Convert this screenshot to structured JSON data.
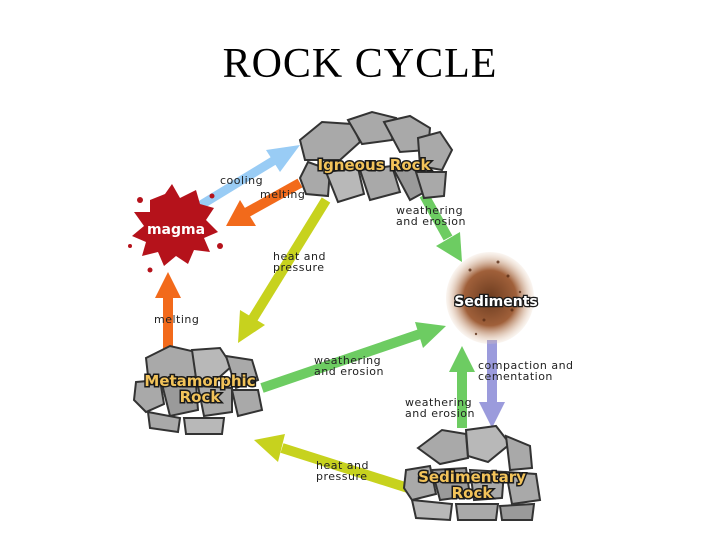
{
  "title": "ROCK CYCLE",
  "nodes": {
    "igneous": "Igneous Rock",
    "magma": "magma",
    "sediments": "Sediments",
    "metamorphic_line1": "Metamorphic",
    "metamorphic_line2": "Rock",
    "sedimentary_line1": "Sedimentary",
    "sedimentary_line2": "Rock"
  },
  "labels": {
    "cooling": "cooling",
    "melting_top": "melting",
    "weathering_top_1": "weathering",
    "weathering_top_2": "and erosion",
    "heat_left_1": "heat and",
    "heat_left_2": "pressure",
    "melting_left": "melting",
    "weathering_mid_1": "weathering",
    "weathering_mid_2": "and erosion",
    "compaction_1": "compaction and",
    "compaction_2": "cementation",
    "weathering_low_1": "weathering",
    "weathering_low_2": "and erosion",
    "heat_bottom_1": "heat and",
    "heat_bottom_2": "pressure"
  },
  "colors": {
    "cooling_arrow": "#99ccf5",
    "melting_arrow": "#f26a1b",
    "weathering_arrow": "#6dcc62",
    "heat_arrow": "#c7d21e",
    "compaction_arrow": "#9b9bdc",
    "magma": "#b5121b",
    "rock": "#a9a9a9",
    "sediment": "#a0522d",
    "node_text": "#f2c35a"
  }
}
